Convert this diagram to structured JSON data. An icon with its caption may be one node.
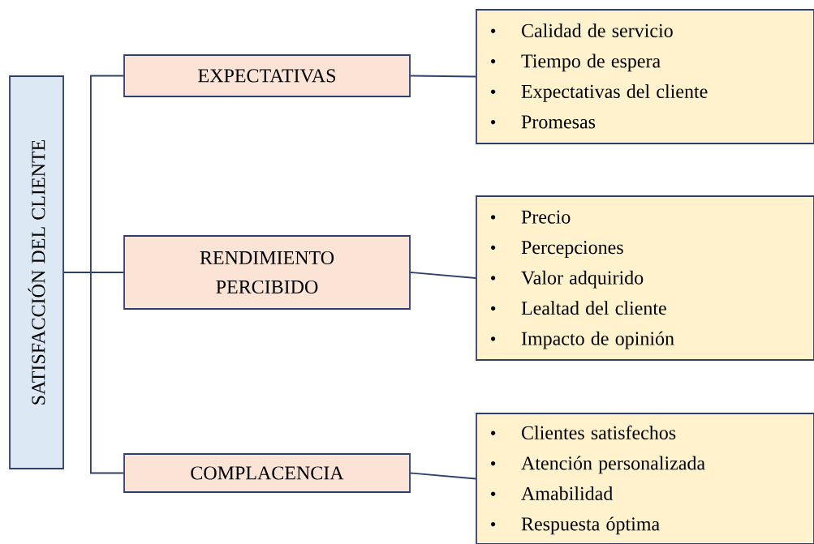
{
  "diagram": {
    "nodes": [
      {
        "text": [
          "SATISFACCIÓN DEL CLIENTE"
        ]
      },
      {
        "text": [
          "EXPECTATIVAS"
        ]
      },
      {
        "text": [
          "RENDIMIENTO PERCIBIDO"
        ]
      },
      {
        "text": [
          "COMPLACENCIA"
        ]
      },
      {
        "text": [
          "Calidad de servicio",
          "Tiempo de espera",
          "Expectativas del cliente",
          "Promesas"
        ]
      },
      {
        "text": [
          "Precio",
          "Percepciones",
          "Valor adquirido",
          "Lealtad del cliente",
          "Impacto de opinión"
        ]
      },
      {
        "text": [
          "Clientes satisfechos",
          "Atención personalizada",
          "Amabilidad",
          "Respuesta óptima"
        ]
      }
    ],
    "edges": [
      {
        "from": 0,
        "to": 1,
        "arrow": "none"
      },
      {
        "from": 0,
        "to": 2,
        "arrow": "none"
      },
      {
        "from": 0,
        "to": 3,
        "arrow": "none"
      },
      {
        "from": 1,
        "to": 4,
        "arrow": "none"
      },
      {
        "from": 2,
        "to": 5,
        "arrow": "none"
      },
      {
        "from": 3,
        "to": 6,
        "arrow": "none"
      }
    ]
  }
}
